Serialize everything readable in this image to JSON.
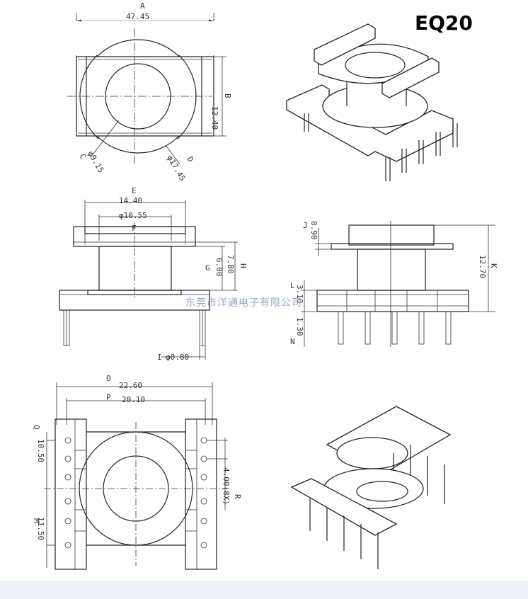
{
  "title": "EQ20",
  "watermark": "东莞市洋通电子有限公司",
  "top_view": {
    "label_A": "A",
    "dim_A": "47.45",
    "dim_B": "12.40",
    "label_B": "B",
    "label_C": "C",
    "dim_C": "φ9.15",
    "label_D": "D",
    "dim_D": "φ17.45"
  },
  "front_view": {
    "label_E": "E",
    "dim_E": "14.40",
    "dim_F": "φ10.55",
    "label_F": "F",
    "label_G": "G",
    "dim_G": "6.00",
    "dim_H": "7.80",
    "label_H": "H",
    "label_I": "I",
    "dim_I": "φ0.80"
  },
  "side_view": {
    "label_J": "J",
    "dim_J": "0.90",
    "dim_K": "12.70",
    "label_K": "K",
    "label_L": "L",
    "dim_L": "3.10",
    "label_N": "N",
    "dim_N": "1.30"
  },
  "bottom_view": {
    "label_O": "O",
    "dim_O": "22.60",
    "label_P": "P",
    "dim_P": "20.10",
    "label_Q": "Q",
    "dim_Q": "10.50",
    "label_M": "M",
    "dim_M": "11.50",
    "dim_R": "4.00(8X)",
    "label_R": "R"
  },
  "colors": {
    "line": "#222222",
    "watermark": "#9aa6c8",
    "page": "#ffffff",
    "frame": "#eef2f7"
  }
}
